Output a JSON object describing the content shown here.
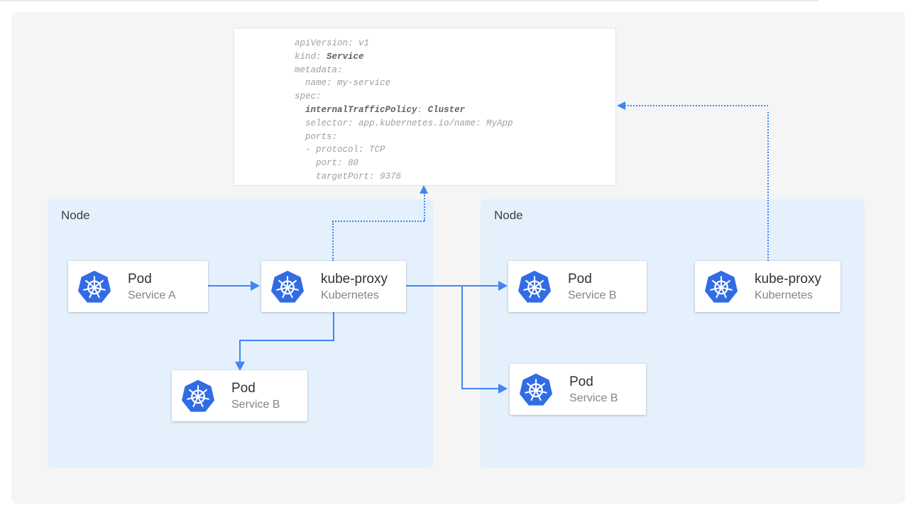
{
  "colors": {
    "accent_blue": "#4285f4",
    "kubernetes_blue": "#326ce5",
    "node_background": "#e4f0fc",
    "panel_background": "#f5f5f6",
    "yaml_text": "#9aa0a6",
    "yaml_bold_text": "#616161"
  },
  "yaml_card": {
    "lines": [
      [
        {
          "text": "apiVersion: v1"
        }
      ],
      [
        {
          "text": "kind: "
        },
        {
          "text": "Service",
          "bold": true
        }
      ],
      [
        {
          "text": "metadata:"
        }
      ],
      [
        {
          "text": "  name: my-service"
        }
      ],
      [
        {
          "text": "spec:"
        }
      ],
      [
        {
          "text": "  "
        },
        {
          "text": "internalTrafficPolicy",
          "bold": true
        },
        {
          "text": ": "
        },
        {
          "text": "Cluster",
          "bold": true
        }
      ],
      [
        {
          "text": "  selector: app.kubernetes.io/name: MyApp"
        }
      ],
      [
        {
          "text": "  ports:"
        }
      ],
      [
        {
          "text": "  - protocol: TCP"
        }
      ],
      [
        {
          "text": "    port: 80"
        }
      ],
      [
        {
          "text": "    targetPort: 9376"
        }
      ]
    ]
  },
  "nodes": {
    "left": {
      "label": "Node"
    },
    "right": {
      "label": "Node"
    }
  },
  "cards": [
    {
      "title": "Pod",
      "subtitle": "Service A"
    },
    {
      "title": "kube-proxy",
      "subtitle": "Kubernetes"
    },
    {
      "title": "Pod",
      "subtitle": "Service B"
    },
    {
      "title": "Pod",
      "subtitle": "Service B"
    },
    {
      "title": "Pod",
      "subtitle": "Service B"
    },
    {
      "title": "kube-proxy",
      "subtitle": "Kubernetes"
    }
  ],
  "icons": {
    "kubernetes": "kubernetes-helm-icon"
  }
}
